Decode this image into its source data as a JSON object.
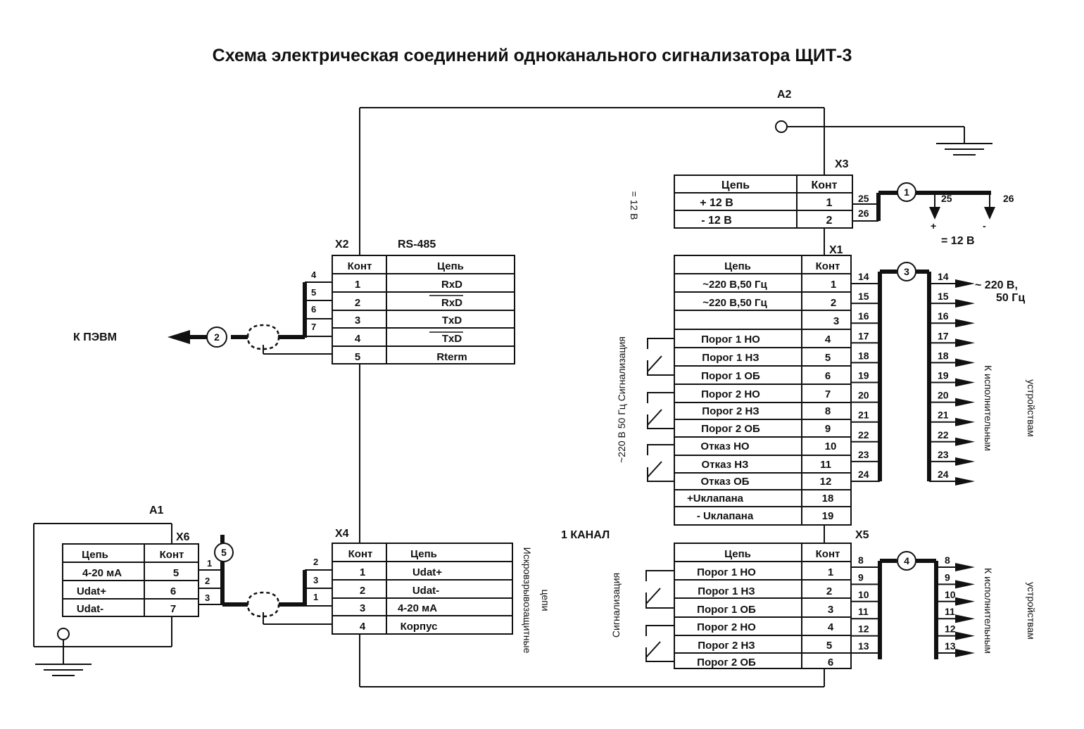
{
  "title": "Схема электрическая соединений одноканального сигнализатора ЩИТ-3",
  "a1": "А1",
  "a2": "А2",
  "x3": {
    "label": "Х3",
    "head": [
      "Цепь",
      "Конт"
    ],
    "rows": [
      [
        "+ 12 В",
        "1"
      ],
      [
        "- 12 В",
        "2"
      ]
    ],
    "pins": [
      "25",
      "26"
    ],
    "bundle": "1",
    "outs": [
      "25",
      "26"
    ],
    "polarity": [
      "+",
      "-"
    ],
    "supply": "= 12 В"
  },
  "x2": {
    "label": "Х2",
    "iface": "RS-485",
    "head": [
      "Конт",
      "Цепь"
    ],
    "rows": [
      [
        "1",
        "RxD"
      ],
      [
        "2",
        "RxD"
      ],
      [
        "3",
        "TxD"
      ],
      [
        "4",
        "TxD"
      ],
      [
        "5",
        "Rterm"
      ]
    ],
    "ext_pins": [
      "4",
      "5",
      "6",
      "7"
    ],
    "bundle": "2",
    "target": "К ПЭВМ"
  },
  "x1": {
    "label": "Х1",
    "head": [
      "Цепь",
      "Конт"
    ],
    "rows": [
      [
        "~220 В,50 Гц",
        "1"
      ],
      [
        "~220 В,50 Гц",
        "2"
      ],
      [
        "",
        "3"
      ],
      [
        "Порог 1 НО",
        "4"
      ],
      [
        "Порог 1 НЗ",
        "5"
      ],
      [
        "Порог 1 ОБ",
        "6"
      ],
      [
        "Порог 2 НО",
        "7"
      ],
      [
        "Порог 2 НЗ",
        "8"
      ],
      [
        "Порог 2 ОБ",
        "9"
      ],
      [
        "Отказ НО",
        "10"
      ],
      [
        "Отказ НЗ",
        "11"
      ],
      [
        "Отказ ОБ",
        "12"
      ],
      [
        "+Uклапана",
        "18"
      ],
      [
        "- Uклапана",
        "19"
      ]
    ],
    "pins": [
      "14",
      "15",
      "16",
      "17",
      "18",
      "19",
      "20",
      "21",
      "22",
      "23",
      "24"
    ],
    "bundle": "3",
    "outs": [
      "14",
      "15",
      "16",
      "17",
      "18",
      "19",
      "20",
      "21",
      "22",
      "23",
      "24"
    ],
    "supply": "~ 220 В,",
    "supply2": "50 Гц"
  },
  "x4": {
    "label": "Х4",
    "head": [
      "Конт",
      "Цепь"
    ],
    "rows": [
      [
        "1",
        "Udat+"
      ],
      [
        "2",
        "Udat-"
      ],
      [
        "3",
        "4-20 мА"
      ],
      [
        "4",
        "Корпус"
      ]
    ],
    "ext_pins": [
      "2",
      "3",
      "1"
    ]
  },
  "x6": {
    "label": "Х6",
    "head": [
      "Цепь",
      "Конт"
    ],
    "rows": [
      [
        "4-20 мА",
        "5"
      ],
      [
        "Udat+",
        "6"
      ],
      [
        "Udat-",
        "7"
      ]
    ],
    "ext_pins": [
      "1",
      "2",
      "3"
    ],
    "bundle": "5"
  },
  "x5": {
    "label": "Х5",
    "channel": "1 КАНАЛ",
    "head": [
      "Цепь",
      "Конт"
    ],
    "rows": [
      [
        "Порог 1 НО",
        "1"
      ],
      [
        "Порог 1 НЗ",
        "2"
      ],
      [
        "Порог 1 ОБ",
        "3"
      ],
      [
        "Порог 2 НО",
        "4"
      ],
      [
        "Порог 2 НЗ",
        "5"
      ],
      [
        "Порог 2 ОБ",
        "6"
      ]
    ],
    "pins": [
      "8",
      "9",
      "10",
      "11",
      "12",
      "13"
    ],
    "bundle": "4",
    "outs": [
      "8",
      "9",
      "10",
      "11",
      "12",
      "13"
    ]
  },
  "vertical": {
    "v12": "= 12 В",
    "signal220": "~220 В 50 Гц  Сигнализация",
    "signal": "Сигнализация",
    "iskro1": "Искровзрывозащитные",
    "iskro2": "цепи",
    "exec1": "К исполнительным",
    "exec2": "устройствам"
  }
}
